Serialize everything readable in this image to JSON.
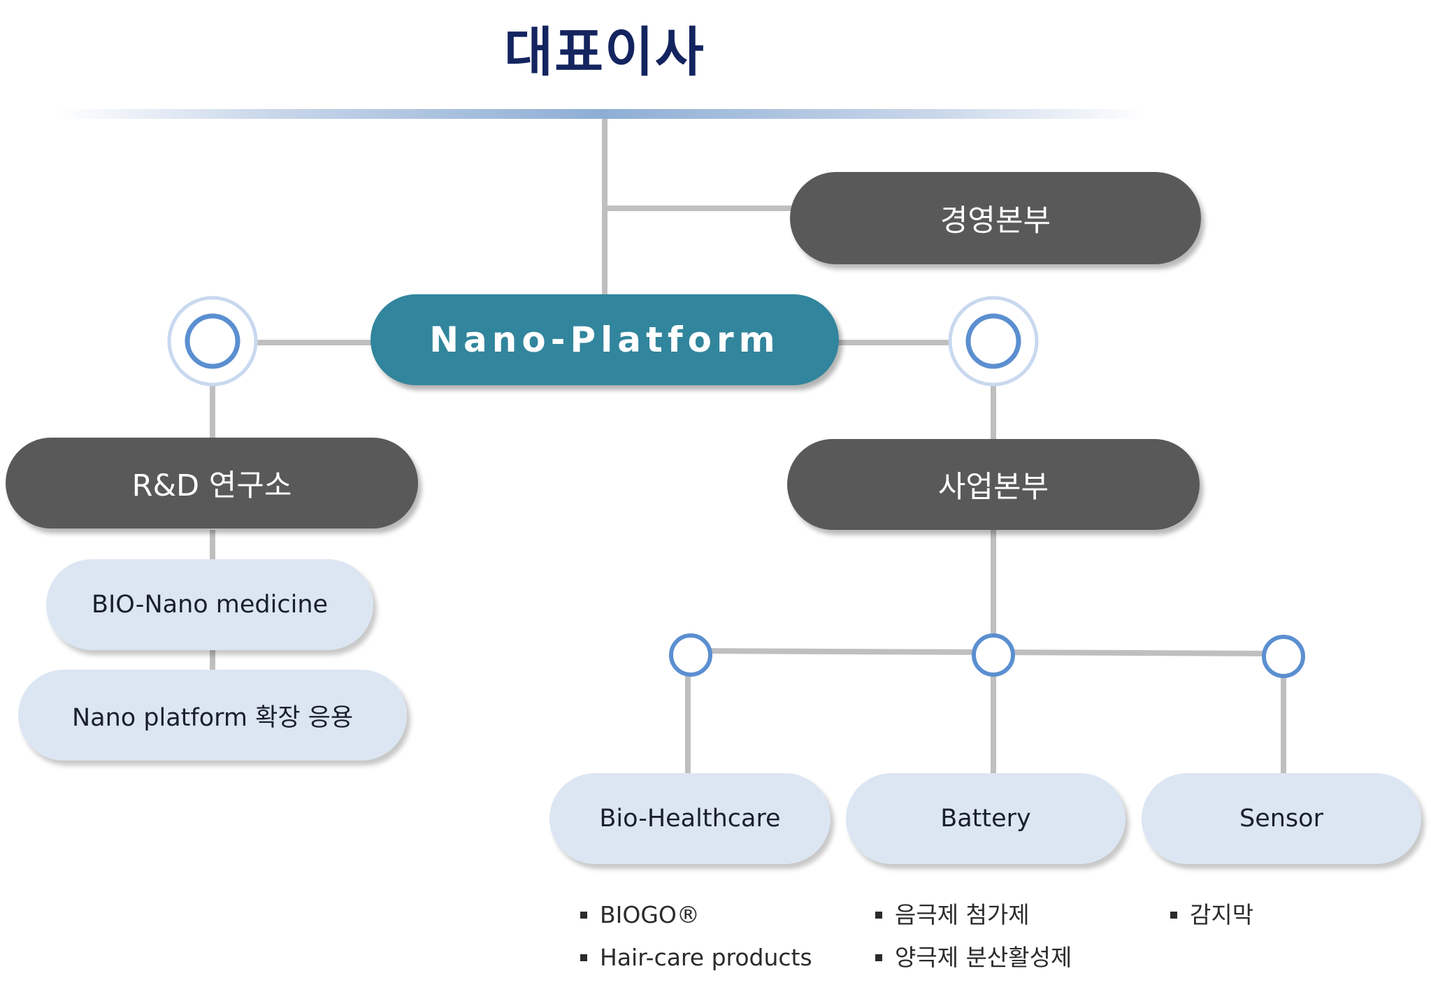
{
  "title": "대표이사",
  "nodes": {
    "management": "경영본부",
    "platform": "Nano-Platform",
    "rnd": "R&D 연구소",
    "business": "사업본부",
    "rnd_children": [
      "BIO-Nano medicine",
      "Nano platform 확장 응용"
    ],
    "business_children": [
      "Bio-Healthcare",
      "Battery",
      "Sensor"
    ]
  },
  "details": {
    "bio_healthcare": [
      "BIOGO®",
      "Hair-care products"
    ],
    "battery": [
      "음극제 첨가제",
      "양극제 분산활성제"
    ],
    "sensor": [
      "감지막"
    ]
  },
  "colors": {
    "title": "#13245f",
    "dark_node": "#595959",
    "platform_node": "#31859c",
    "light_node": "#dce6f2",
    "connector": "#bfbfbf",
    "circle_ring": "#5b8fd0"
  }
}
